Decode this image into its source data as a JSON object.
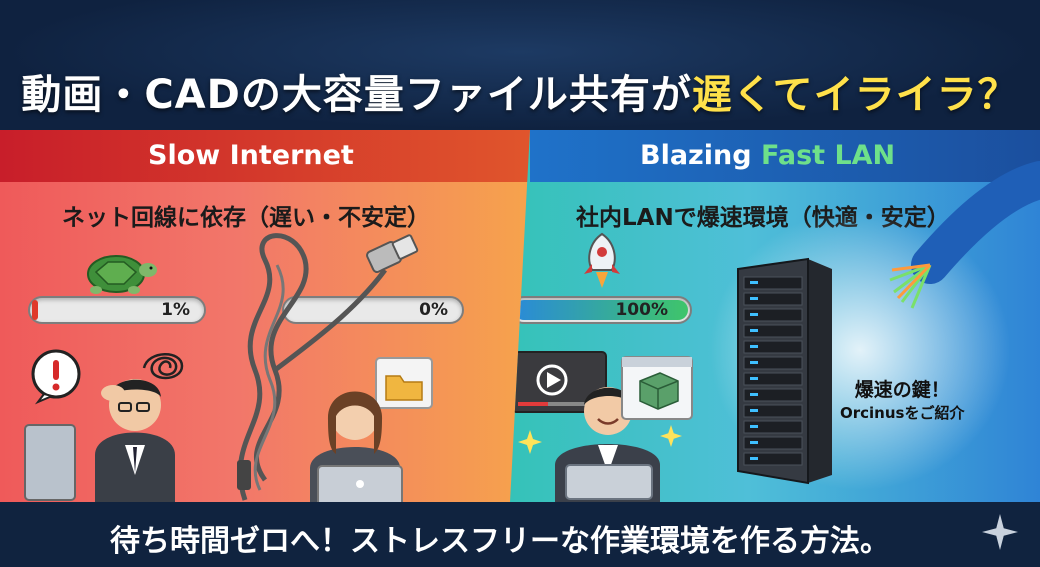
{
  "title": {
    "prefix": "動画・CADの大容量ファイル共有が",
    "highlight": "遅くてイライラ？",
    "highlight_color": "#ffe14a"
  },
  "left_panel": {
    "banner": "Slow Internet",
    "subtitle": "ネット回線に依存（遅い・不安定）",
    "progress_1": {
      "label": "1%",
      "value": 0.01
    },
    "progress_2": {
      "label": "0%",
      "value": 0
    },
    "icons": [
      "turtle-icon",
      "alert-icon",
      "tangled-scribble-icon",
      "tangled-cable-icon",
      "ethernet-plug-icon",
      "file-folder-icon",
      "stressed-man-illustration",
      "worried-woman-illustration"
    ]
  },
  "right_panel": {
    "banner_prefix": "Blazing",
    "banner_highlight": "Fast LAN",
    "subtitle": "社内LANで爆速環境（快適・安定）",
    "progress": {
      "label": "100%",
      "value": 1.0
    },
    "callout_line1": "爆速の鍵！",
    "callout_line2": "Orcinusをご紹介",
    "icons": [
      "rocket-icon",
      "video-player-icon",
      "cad-window-icon",
      "server-rack-icon",
      "fiber-optic-cable-icon",
      "smiling-man-illustration",
      "sparkle-icon"
    ]
  },
  "footer": "待ち時間ゼロへ！ストレスフリーな作業環境を作る方法。",
  "colors": {
    "navy": "#0f2240",
    "slow_red": "#c81e2a",
    "fast_blue": "#1f72c9",
    "fast_green": "#6ee08a",
    "progress_green": "#3fc56a",
    "progress_red": "#e0392b"
  }
}
